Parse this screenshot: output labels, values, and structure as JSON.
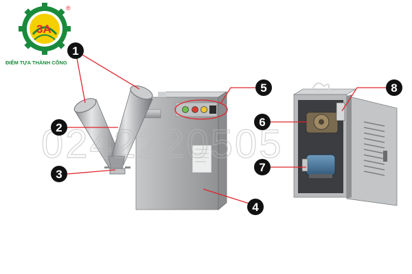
{
  "brand": {
    "logo_text": "3A",
    "tagline": "ĐIỂM TỰA THÀNH CÔNG",
    "registered_mark": "®",
    "colors": {
      "green": "#1a8a3c",
      "red": "#e7262b",
      "yellow": "#f5d000"
    }
  },
  "watermark": "0242220505",
  "callouts": [
    {
      "number": "1",
      "target": "hopper-lids"
    },
    {
      "number": "2",
      "target": "v-shaped-mixing-tank"
    },
    {
      "number": "3",
      "target": "discharge-valve"
    },
    {
      "number": "4",
      "target": "machine-base-cabinet"
    },
    {
      "number": "5",
      "target": "control-panel"
    },
    {
      "number": "6",
      "target": "gearbox"
    },
    {
      "number": "7",
      "target": "electric-motor"
    },
    {
      "number": "8",
      "target": "electrical-box"
    }
  ],
  "callout_line_color": "#e0242a"
}
